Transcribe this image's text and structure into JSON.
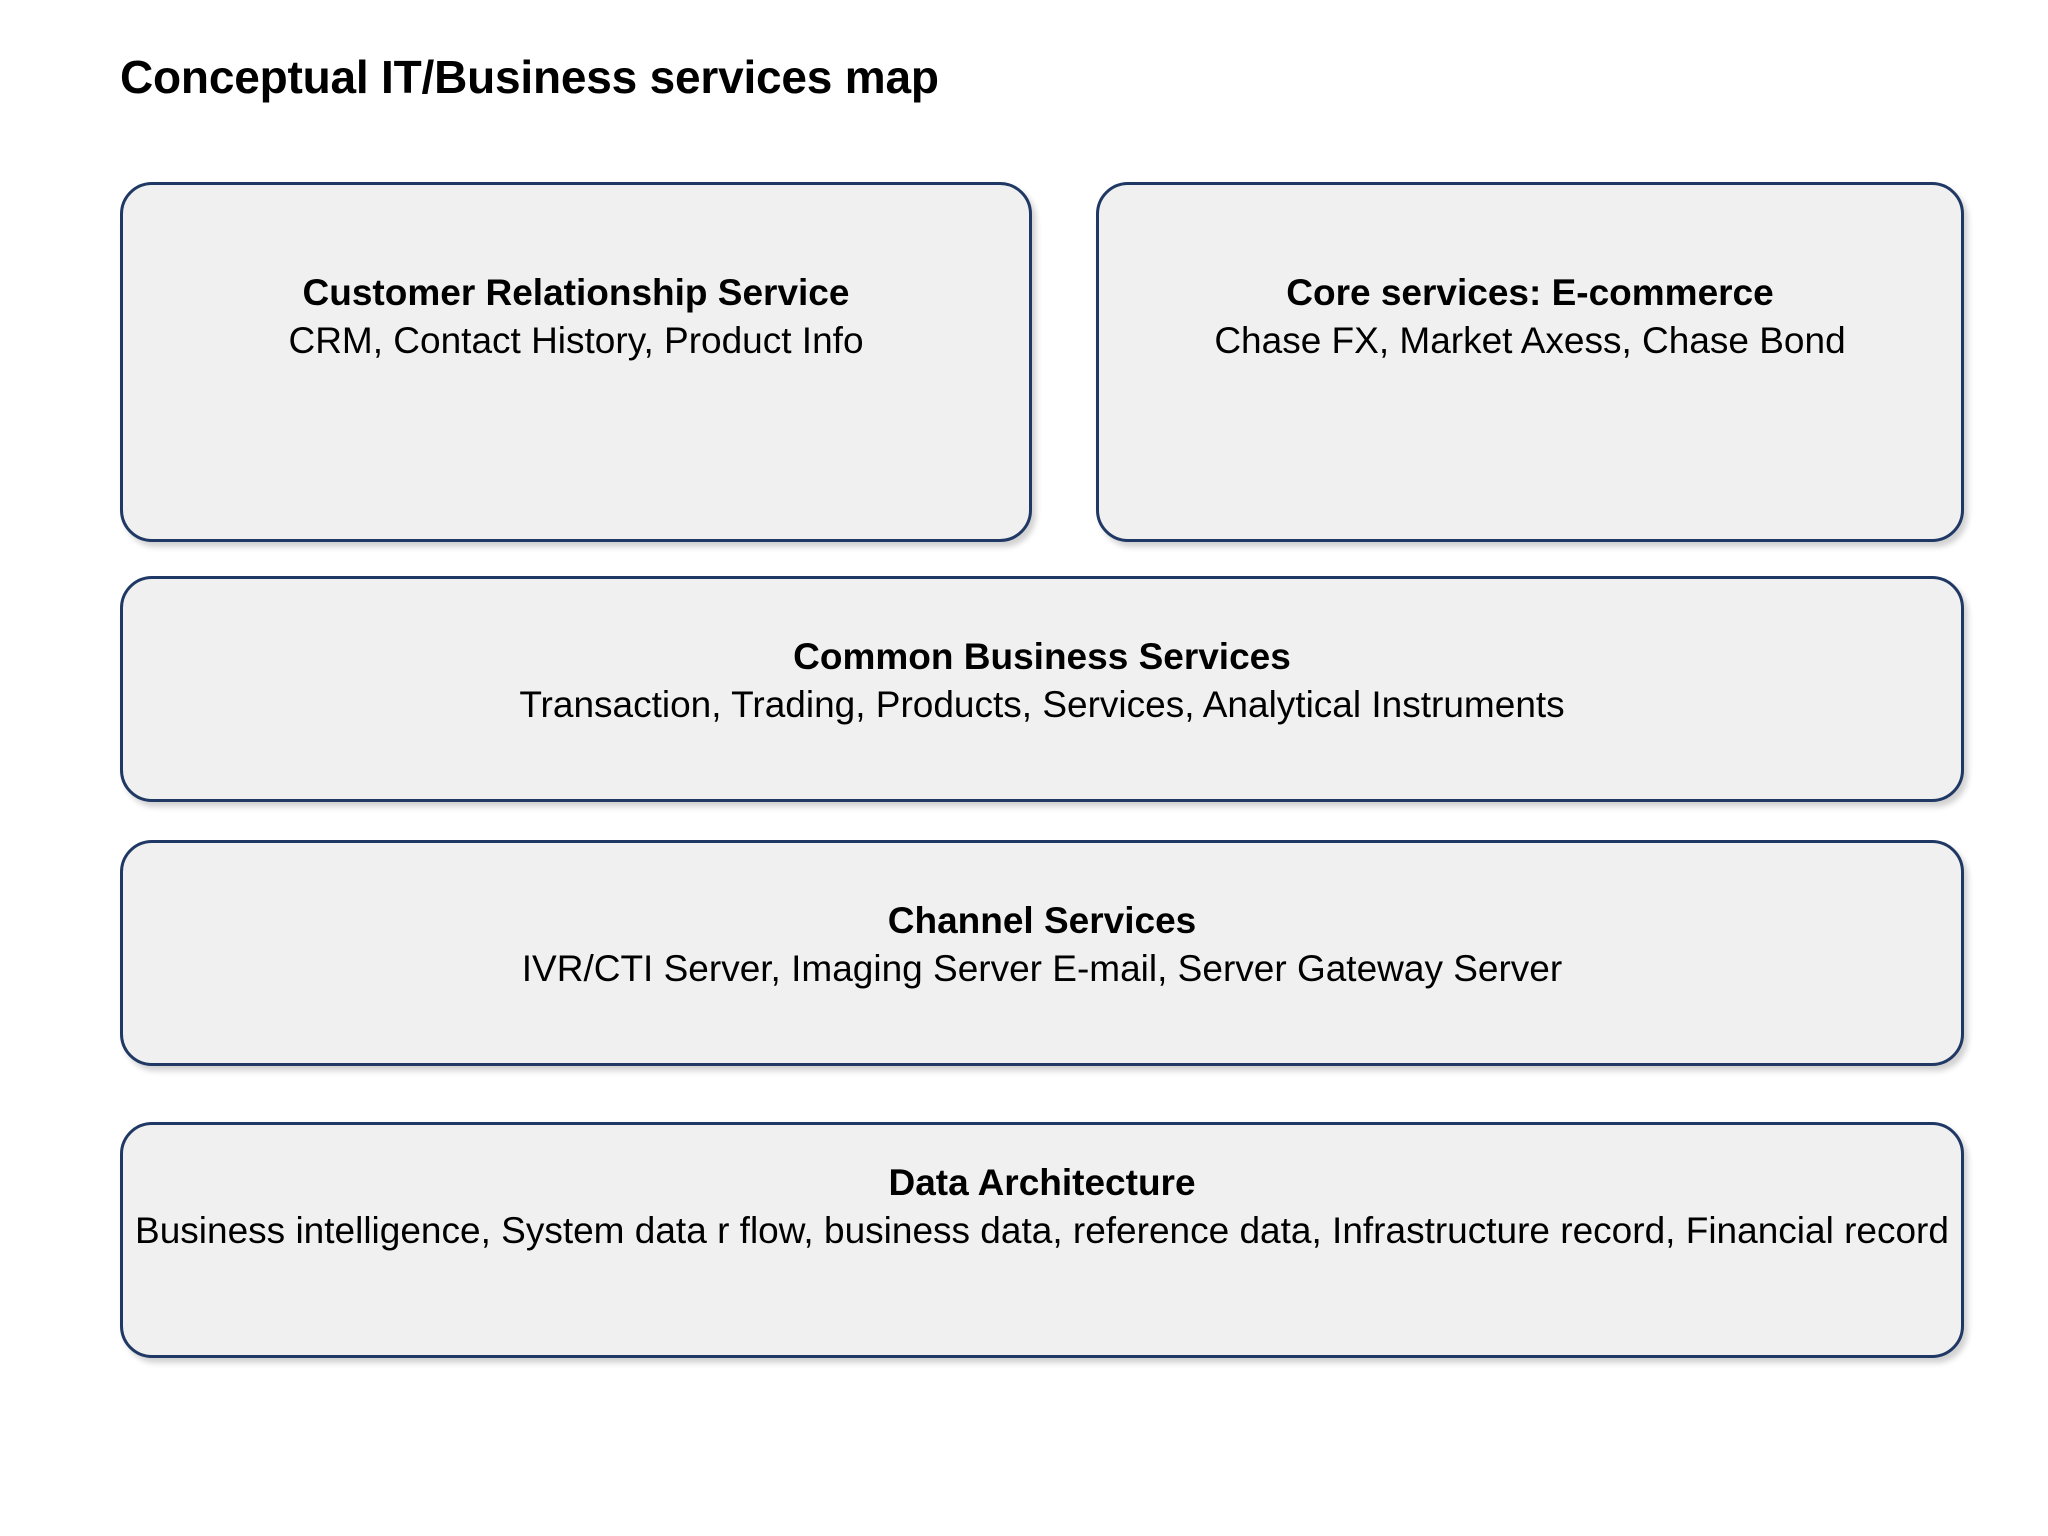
{
  "page": {
    "title": "Conceptual IT/Business services map",
    "background_color": "#FFFFFF"
  },
  "style": {
    "box_fill": "#F0F0F0",
    "box_border": "#1F3864",
    "text_color": "#000000"
  },
  "boxes": [
    {
      "id": "customer-relationship-service",
      "title": "Customer Relationship Service",
      "body": "CRM, Contact History, Product Info"
    },
    {
      "id": "core-services-ecommerce",
      "title": "Core services: E-commerce",
      "body": "Chase FX, Market Axess, Chase Bond"
    },
    {
      "id": "common-business-services",
      "title": "Common Business Services",
      "body": "Transaction, Trading, Products, Services, Analytical Instruments"
    },
    {
      "id": "channel-services",
      "title": "Channel Services",
      "body": "IVR/CTI Server, Imaging Server E-mail, Server Gateway Server"
    },
    {
      "id": "data-architecture",
      "title": "Data Architecture",
      "body": "Business intelligence, System data r flow, business data, reference data, Infrastructure record, Financial record"
    }
  ]
}
